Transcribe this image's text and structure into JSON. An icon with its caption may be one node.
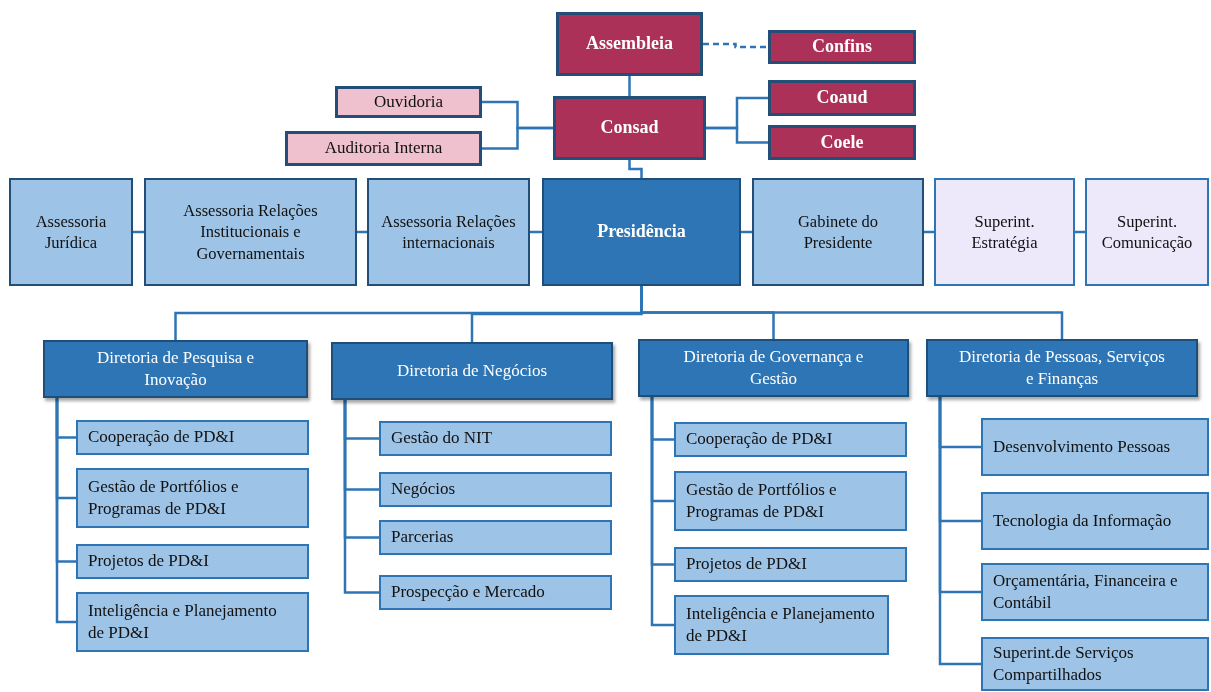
{
  "diagram": {
    "nodes": [
      {
        "text": [
          "Assembleia"
        ]
      },
      {
        "text": [
          "Confins"
        ]
      },
      {
        "text": [
          "Ouvidoria"
        ]
      },
      {
        "text": [
          "Consad"
        ]
      },
      {
        "text": [
          "Coaud"
        ]
      },
      {
        "text": [
          "Auditoria Interna"
        ]
      },
      {
        "text": [
          "Coele"
        ]
      },
      {
        "text": [
          "Assessoria Jurídica"
        ]
      },
      {
        "text": [
          "Assessoria Relações Institucionais e Governamentais"
        ]
      },
      {
        "text": [
          "Assessoria Relações internacionais"
        ]
      },
      {
        "text": [
          "Presidência"
        ]
      },
      {
        "text": [
          "Gabinete do Presidente"
        ]
      },
      {
        "text": [
          "Superint. Estratégia"
        ]
      },
      {
        "text": [
          "Superint. Comunicação"
        ]
      },
      {
        "text": [
          "Diretoria de Pesquisa e Inovação"
        ]
      },
      {
        "text": [
          "Cooperação de PD&I"
        ]
      },
      {
        "text": [
          "Gestão de Portfólios e Programas de PD&I"
        ]
      },
      {
        "text": [
          "Projetos de PD&I"
        ]
      },
      {
        "text": [
          "Inteligência e Planejamento de PD&I"
        ]
      },
      {
        "text": [
          "Diretoria de Negócios"
        ]
      },
      {
        "text": [
          "Gestão do NIT"
        ]
      },
      {
        "text": [
          "Negócios"
        ]
      },
      {
        "text": [
          "Parcerias"
        ]
      },
      {
        "text": [
          "Prospecção e Mercado"
        ]
      },
      {
        "text": [
          "Diretoria de Governança e Gestão"
        ]
      },
      {
        "text": [
          "Cooperação de PD&I"
        ]
      },
      {
        "text": [
          "Gestão de Portfólios e Programas de PD&I"
        ]
      },
      {
        "text": [
          "Projetos de PD&I"
        ]
      },
      {
        "text": [
          "Inteligência e Planejamento de PD&I"
        ]
      },
      {
        "text": [
          "Diretoria de Pessoas, Serviços e Finanças"
        ]
      },
      {
        "text": [
          "Desenvolvimento Pessoas"
        ]
      },
      {
        "text": [
          "Tecnologia da Informação"
        ]
      },
      {
        "text": [
          "Orçamentária, Financeira e Contábil"
        ]
      },
      {
        "text": [
          "Superint.de Serviços Compartilhados"
        ]
      }
    ],
    "edges": [
      {
        "from": 0,
        "to": 3,
        "arrow": "none"
      },
      {
        "from": 0,
        "to": 1,
        "arrow": "none",
        "style": "dashed"
      },
      {
        "from": 3,
        "to": 2,
        "arrow": "none"
      },
      {
        "from": 3,
        "to": 5,
        "arrow": "none"
      },
      {
        "from": 3,
        "to": 4,
        "arrow": "none"
      },
      {
        "from": 3,
        "to": 6,
        "arrow": "none"
      },
      {
        "from": 3,
        "to": 10,
        "arrow": "none"
      },
      {
        "from": 10,
        "to": 9,
        "arrow": "none"
      },
      {
        "from": 9,
        "to": 8,
        "arrow": "none"
      },
      {
        "from": 8,
        "to": 7,
        "arrow": "none"
      },
      {
        "from": 10,
        "to": 11,
        "arrow": "none"
      },
      {
        "from": 11,
        "to": 12,
        "arrow": "none"
      },
      {
        "from": 12,
        "to": 13,
        "arrow": "none"
      },
      {
        "from": 10,
        "to": 14,
        "arrow": "none"
      },
      {
        "from": 10,
        "to": 19,
        "arrow": "none"
      },
      {
        "from": 10,
        "to": 24,
        "arrow": "none"
      },
      {
        "from": 10,
        "to": 29,
        "arrow": "none"
      },
      {
        "from": 14,
        "to": 15,
        "arrow": "none"
      },
      {
        "from": 14,
        "to": 16,
        "arrow": "none"
      },
      {
        "from": 14,
        "to": 17,
        "arrow": "none"
      },
      {
        "from": 14,
        "to": 18,
        "arrow": "none"
      },
      {
        "from": 19,
        "to": 20,
        "arrow": "none"
      },
      {
        "from": 19,
        "to": 21,
        "arrow": "none"
      },
      {
        "from": 19,
        "to": 22,
        "arrow": "none"
      },
      {
        "from": 19,
        "to": 23,
        "arrow": "none"
      },
      {
        "from": 24,
        "to": 25,
        "arrow": "none"
      },
      {
        "from": 24,
        "to": 26,
        "arrow": "none"
      },
      {
        "from": 24,
        "to": 27,
        "arrow": "none"
      },
      {
        "from": 24,
        "to": 28,
        "arrow": "none"
      },
      {
        "from": 29,
        "to": 30,
        "arrow": "none"
      },
      {
        "from": 29,
        "to": 31,
        "arrow": "none"
      },
      {
        "from": 29,
        "to": 32,
        "arrow": "none"
      },
      {
        "from": 29,
        "to": 33,
        "arrow": "none"
      }
    ]
  }
}
